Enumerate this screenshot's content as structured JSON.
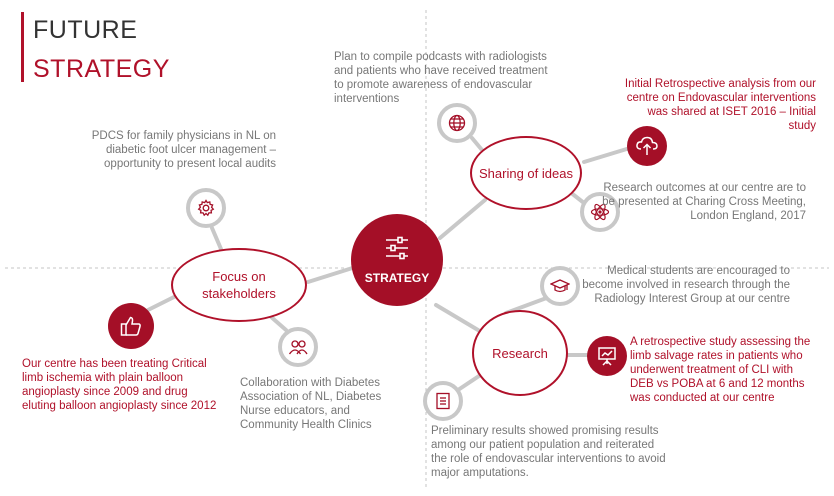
{
  "title": {
    "line1": "FUTURE",
    "line2": "STRATEGY"
  },
  "nodes": {
    "center": "STRATEGY",
    "sharing": "Sharing of ideas",
    "stakeholders": "Focus on stakeholders",
    "research": "Research"
  },
  "texts": {
    "podcasts": "Plan to compile podcasts with radiologists and patients who have received treatment to promote awareness of endovascular interventions",
    "retro_initial": "Initial Retrospective analysis from our centre on Endovascular interventions was shared at ISET 2016 – Initial study",
    "charing": "Research outcomes at our centre are to be presented at Charing Cross Meeting, London England, 2017",
    "pdcs": "PDCS for family physicians in NL on diabetic foot ulcer management – opportunity to present local audits",
    "critical": "Our centre has been treating Critical limb ischemia with plain balloon angioplasty since 2009 and drug eluting balloon angioplasty since 2012",
    "collab": "Collaboration with Diabetes Association of NL, Diabetes Nurse educators, and Community Health Clinics",
    "med_students": "Medical students are encouraged to become involved in research through the Radiology Interest Group at our centre",
    "limb_study": "A retrospective study assessing the limb salvage rates in patients who underwent treatment of CLI with DEB vs POBA at 6 and 12 months was conducted at our centre",
    "preliminary": "Preliminary results showed promising results among our patient population and reiterated the role of endovascular interventions to avoid major amputations."
  },
  "colors": {
    "accent": "#b0112a",
    "accent_dark": "#a40f27",
    "gray_text": "#777777",
    "icon_ring": "#c8c8c8"
  },
  "icons": [
    "globe-icon",
    "cloud-upload-icon",
    "atom-icon",
    "gear-icon",
    "thumbs-up-icon",
    "people-icon",
    "graduation-cap-icon",
    "presentation-icon",
    "document-icon",
    "sliders-icon"
  ]
}
